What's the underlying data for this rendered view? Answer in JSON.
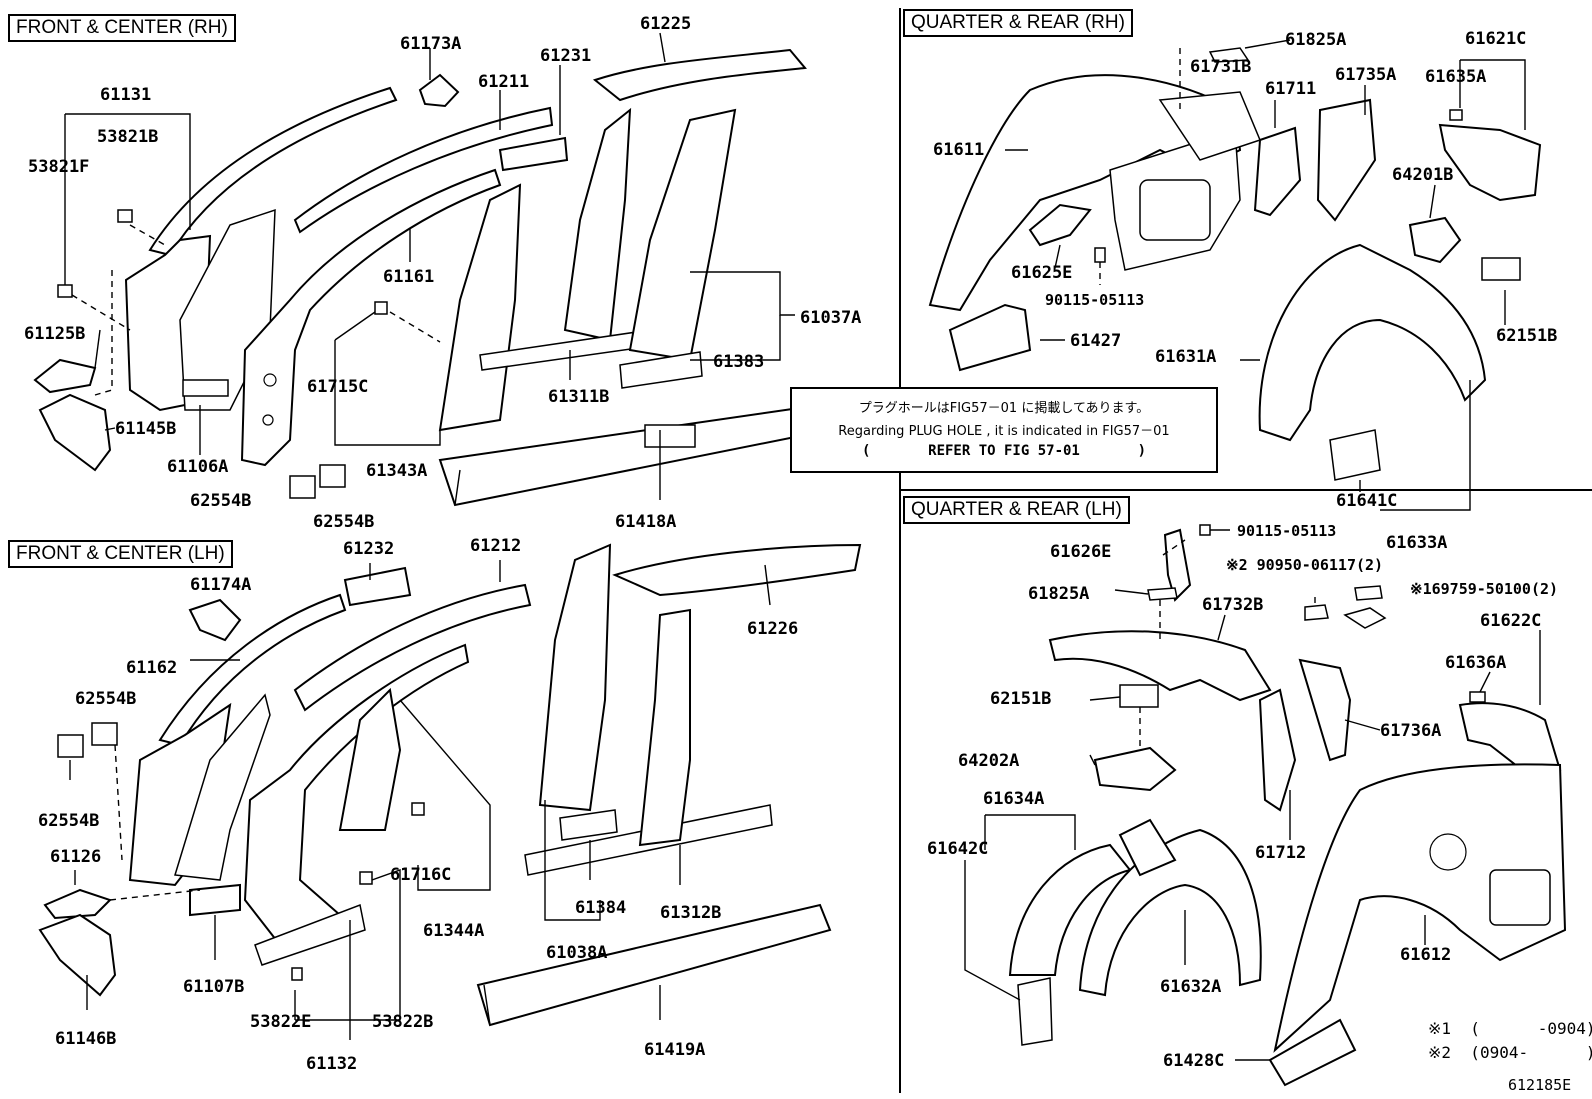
{
  "sections": {
    "front_center_rh": "FRONT & CENTER (RH)",
    "front_center_lh": "FRONT & CENTER (LH)",
    "quarter_rear_rh": "QUARTER  &  REAR (RH)",
    "quarter_rear_lh": "QUARTER  &  REAR (LH)"
  },
  "note": {
    "line1": "プラグホールはFIG57－01 に掲載してあります。",
    "line2": "Regarding  PLUG  HOLE  , it  is  indicated  in  FIG57－01",
    "line3_open": "(",
    "line3_text": "REFER  TO  FIG  57-01",
    "line3_close": ")"
  },
  "legend": {
    "line1": "※1  (      -0904)",
    "line2": "※2  (0904-      )"
  },
  "diagram_id": "612185E",
  "labels": {
    "p61131": "61131",
    "p53821B": "53821B",
    "p53821F": "53821F",
    "p61125B": "61125B",
    "p61145B": "61145B",
    "p61106A": "61106A",
    "p61173A": "61173A",
    "p61211": "61211",
    "p61231": "61231",
    "p61225": "61225",
    "p61161": "61161",
    "p61715C": "61715C",
    "p61343A": "61343A",
    "p62554B_a": "62554B",
    "p62554B_b": "62554B",
    "p61311B": "61311B",
    "p61037A": "61037A",
    "p61383": "61383",
    "p61418A": "61418A",
    "p61174A": "61174A",
    "p61232": "61232",
    "p61212": "61212",
    "p61162": "61162",
    "p62554B_c": "62554B",
    "p62554B_d": "62554B",
    "p61126": "61126",
    "p61146B": "61146B",
    "p61107B": "61107B",
    "p53822E": "53822E",
    "p53822B": "53822B",
    "p61132": "61132",
    "p61716C": "61716C",
    "p61344A": "61344A",
    "p61226": "61226",
    "p61384": "61384",
    "p61038A": "61038A",
    "p61312B": "61312B",
    "p61419A": "61419A",
    "p61825A_a": "61825A",
    "p61731B": "61731B",
    "p61711": "61711",
    "p61735A": "61735A",
    "p61621C": "61621C",
    "p61635A": "61635A",
    "p61611": "61611",
    "p64201B": "64201B",
    "p61625E": "61625E",
    "p90115a": "90115-05113",
    "p61427": "61427",
    "p61631A": "61631A",
    "p62151B_a": "62151B",
    "p61641C": "61641C",
    "p61633A": "61633A",
    "p90115b": "90115-05113",
    "p61626E": "61626E",
    "p90950": "※2 90950-06117(2)",
    "p169759": "※169759-50100(2)",
    "p61825A_b": "61825A",
    "p61732B": "61732B",
    "p61622C": "61622C",
    "p61636A": "61636A",
    "p62151B_b": "62151B",
    "p61736A": "61736A",
    "p64202A": "64202A",
    "p61634A": "61634A",
    "p61642C": "61642C",
    "p61712": "61712",
    "p61632A": "61632A",
    "p61612": "61612",
    "p61428C": "61428C"
  }
}
